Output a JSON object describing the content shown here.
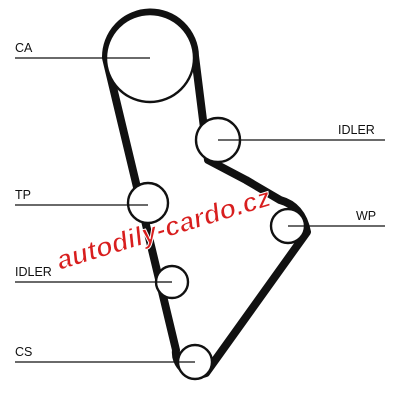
{
  "diagram": {
    "labels": {
      "ca": "CA",
      "idler_upper": "IDLER",
      "tp": "TP",
      "wp": "WP",
      "idler_lower": "IDLER",
      "cs": "CS"
    },
    "watermark": "autodily-cardo.cz",
    "colors": {
      "belt": "#111111",
      "pulley_fill": "#ffffff",
      "leader": "#111111",
      "watermark": "#d81e1e"
    }
  }
}
